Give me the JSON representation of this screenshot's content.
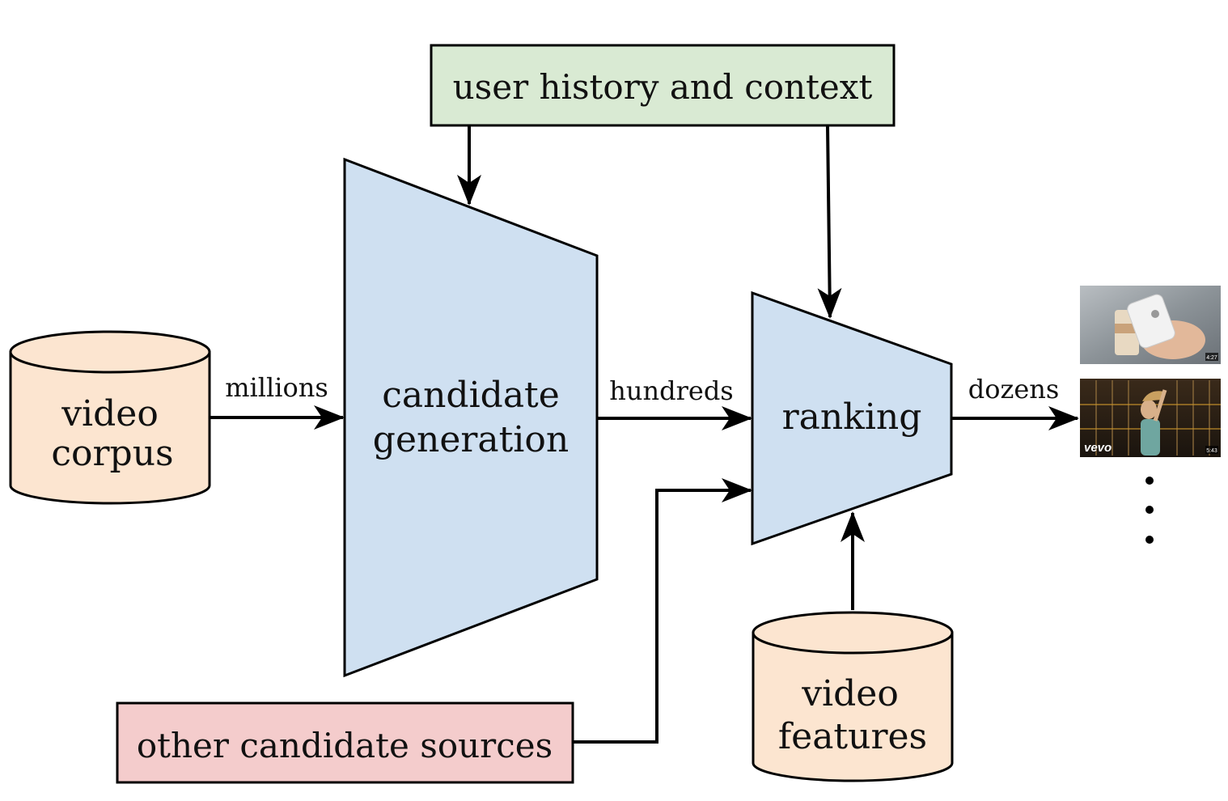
{
  "nodes": {
    "user_history": {
      "label": "user history and context",
      "color": "#d9ead3"
    },
    "candidate_generation": {
      "line1": "candidate",
      "line2": "generation",
      "color": "#cfe0f1"
    },
    "ranking": {
      "label": "ranking",
      "color": "#cfe0f1"
    },
    "video_corpus": {
      "line1": "video",
      "line2": "corpus",
      "color": "#fce5d0"
    },
    "video_features": {
      "line1": "video",
      "line2": "features",
      "color": "#fce5d0"
    },
    "other_sources": {
      "label": "other candidate sources",
      "color": "#f4cccc"
    }
  },
  "edges": {
    "millions": "millions",
    "hundreds": "hundreds",
    "dozens": "dozens"
  },
  "thumbnails": {
    "thumb1_time": "4:27",
    "thumb2_brand": "vevo",
    "thumb2_time": "5:43"
  }
}
